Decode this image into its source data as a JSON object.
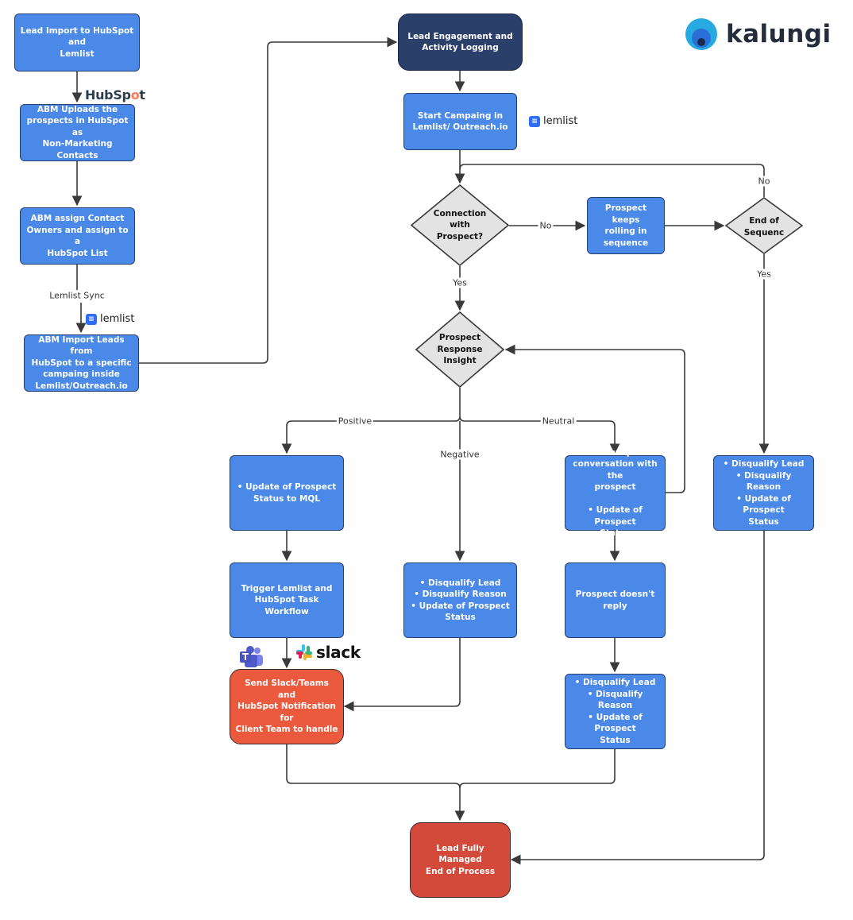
{
  "nodes": {
    "lead_import": "Lead Import to HubSpot and\nLemlist",
    "abm_uploads": "ABM Uploads the\nprospects in HubSpot as\nNon-Marketing Contacts",
    "abm_assign": "ABM assign Contact\nOwners and assign to a\nHubSpot List",
    "abm_import": "ABM Import Leads from\nHubSpot to a specific\ncampaing inside\nLemlist/Outreach.io",
    "lead_engagement": "Lead Engagement and\nActivity Logging",
    "start_campaign": "Start Campaing in\nLemlist/ Outreach.io",
    "connection": "Connection\nwith\nProspect?",
    "keeps_rolling": "Prospect keeps\nrolling in\nsequence",
    "end_sequence": "End of\nSequenc\ne?",
    "response_insight": "Prospect\nResponse\nInsight",
    "update_mql": "• Update of Prospect\nStatus to MQL",
    "trigger_workflow": "Trigger Lemlist and\nHubSpot Task Workflow",
    "send_notification": "Send Slack/Teams and\nHubSpot Notification for\nClient Team to handle",
    "disqualify_negative": "• Disqualify Lead\n• Disqualify Reason\n• Update of Prospect\nStatus",
    "follow_up": "• Follow up the\nconversation with the\nprospect\n\n• Update of Prospect\nStatus",
    "no_reply": "Prospect doesn't reply",
    "disqualify_noreply": "• Disqualify Lead\n• Disqualify Reason\n• Update of Prospect\nStatus",
    "disqualify_end": "• Disqualify Lead\n• Disqualify Reason\n• Update of Prospect\nStatus",
    "fully_managed": "Lead Fully  Managed\nEnd of Process"
  },
  "edge_labels": {
    "lemlist_sync": "Lemlist Sync",
    "no_connection": "No",
    "yes_connection": "Yes",
    "no_end": "No",
    "yes_end": "Yes",
    "positive": "Positive",
    "negative": "Negative",
    "neutral": "Neutral"
  },
  "logos": {
    "kalungi": "kalungi",
    "hubspot_prefix": "HubSp",
    "hubspot_o": "o",
    "hubspot_suffix": "t",
    "lemlist_1": "lemlist",
    "lemlist_2": "lemlist",
    "slack": "slack"
  },
  "colors": {
    "process_blue": "#4a89e8",
    "start_navy": "#2b3f6b",
    "notify_orange": "#ec5a3e",
    "end_red": "#d3493a",
    "decision_grey": "#e3e3e3",
    "lemlist_blue": "#2f6df6",
    "hubspot_orange": "#ff7a59",
    "kalungi_blue": "#27a9e1"
  }
}
